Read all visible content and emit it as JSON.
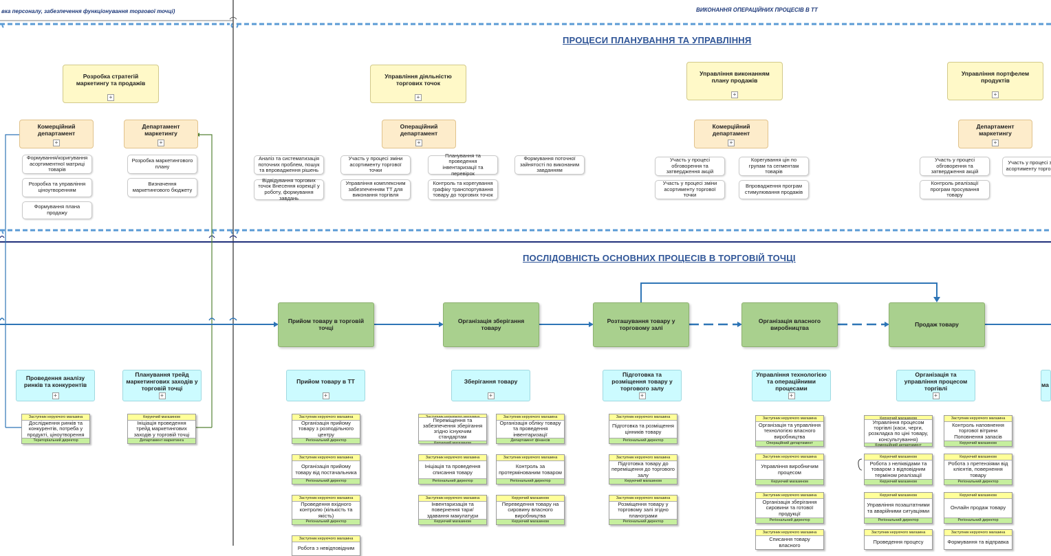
{
  "header": {
    "left_label": "вка персоналу, забезпечення функціонування торгової точці)",
    "right_label": "ВИКОНАННЯ ОПЕРАЦІЙНИХ ПРОЦЕСІВ В ТТ"
  },
  "sections": {
    "planning": "ПРОЦЕСИ ПЛАНУВАННЯ ТА УПРАВЛІННЯ",
    "main": "ПОСЛІДОВНІСТЬ ОСНОВНИХ ПРОЦЕСІВ В ТОРГОВІЙ ТОЧЦІ"
  },
  "planning_top": [
    "Розробка стратегій маркетингу та продажів",
    "Управління діяльністю торгових точок",
    "Управління виконанням плану продажів",
    "Управління портфелем продуктів"
  ],
  "departments": [
    "Комерційний департамент",
    "Департамент маркетингу",
    "Операційний департамент",
    "Комерційний департамент",
    "Департамент маркетингу"
  ],
  "tasks": [
    "Формування/коригування асортиментної матриці товарів",
    "Розробка та управління ціноутворенням",
    "Формування плана продажу",
    "Розробка маркетингового плану",
    "Визначення маркетингового бюджету",
    "Аналіз та систематизація поточних проблем, пошук та впровадження рішень",
    "Відвідування торгових точок Внесення корекції у роботу, формування завдань",
    "Участь у процесі зміни асортименту торгової точки",
    "Управління комплексним забезпеченням ТТ для виконання торгівля",
    "Планування та проведення інвентаризації та перевірок",
    "Контроль та корегування графіку транспортування товару до торгових точок",
    "Формування поточної зайнятості по виконаним завданням",
    "Участь у процесі обговорення та затвердження акцій",
    "Участь у процесі зміни асортименту торгової точки",
    "Корегування цін по групам та сегментам товарів",
    "Впровадження програм стимулювання продажів",
    "Участь у процесі обговорення та затвердження акцій",
    "Контроль реалізації програм просування товару",
    "Участь у процесі з асортименту торгов"
  ],
  "main_flow": [
    "Прийом товару в торговій точці",
    "Організація зберігання товару",
    "Розташування товару у торговому залі",
    "Організація власного виробництва",
    "Продаж товару"
  ],
  "sub_processes": [
    "Проведення аналізу ринків та конкурентів",
    "Планування трейд маркетингових заходів у торговій точці",
    "Прийом товару в ТТ",
    "Зберігання товару",
    "Підготовка та розміщення товару у торгового залу",
    "Управління технологією та операційними процесами",
    "Організація та управління процесом торгівлі",
    "ма"
  ],
  "cards": [
    {
      "top": "Заступник керуючого магазина",
      "mid": "Дослідження ринків та конкурентів, потреба у продукті, ціноутворення",
      "bot": "Територіальний директор"
    },
    {
      "top": "Керуючий магазином",
      "mid": "Ініціація проведення трейд маркетингових заходів у торговій точці",
      "bot": "Департамент маркетинга"
    },
    {
      "top": "Заступник керуючого магазина",
      "mid": "Організація прийому товару з розподільного центру",
      "bot": "Регіональний директор"
    },
    {
      "top": "Заступник керуючого магазина",
      "mid": "Організація прийому товару від постачальника",
      "bot": "Регіональний директор"
    },
    {
      "top": "Заступник керуючого магазина",
      "mid": "Проведення вхідного контролю (кількість та якість)",
      "bot": "Регіональний директор"
    },
    {
      "top": "Заступник керуючого магазина",
      "mid": "Робота з невідповідним",
      "bot": ""
    },
    {
      "top": "Заступник керуючого магазина",
      "mid": "Переміщення та забезпечення зберігання згідно існуючим стандартам",
      "bot": "Керуючий магазином"
    },
    {
      "top": "Заступник керуючого магазина",
      "mid": "Ініціація та проведення списання товару",
      "bot": "Регіональний директор"
    },
    {
      "top": "Заступник керуючого магазина",
      "mid": "Інвентаризація та повернення тари/ здавання макулатури",
      "bot": "Керуючий магазином"
    },
    {
      "top": "Заступник керуючого магазина",
      "mid": "Організація обліку товару та проведення інвентаризації",
      "bot": "Департамент фінансів"
    },
    {
      "top": "Заступник керуючого магазина",
      "mid": "Контроль за протермінованим товаром",
      "bot": "Регіональний директор"
    },
    {
      "top": "Керуючий магазином",
      "mid": "Переведення товару на сировину власного виробництва",
      "bot": "Керуючий магазином"
    },
    {
      "top": "Заступник керуючого магазина",
      "mid": "Підготовка та розміщення цінників товару",
      "bot": "Регіональний директор"
    },
    {
      "top": "Заступник керуючого магазина",
      "mid": "Підготовка товару до переміщення до торгового залу",
      "bot": "Керуючий магазином"
    },
    {
      "top": "Заступник керуючого магазина",
      "mid": "Розміщення товару у торговому залі згідно планограми",
      "bot": "Регіональний директор"
    },
    {
      "top": "Заступник керуючого магазина",
      "mid": "Організація та управління технологією власного виробництва",
      "bot": "Операційний департамент"
    },
    {
      "top": "Заступник керуючого магазина",
      "mid": "Управління виробничим процесом",
      "bot": "Керуючий магазином"
    },
    {
      "top": "Заступник керуючого магазина",
      "mid": "Організація зберігання сировини та готової продукції",
      "bot": "Регіональний директор"
    },
    {
      "top": "Заступник керуючого магазина",
      "mid": "Списання товару власного",
      "bot": ""
    },
    {
      "top": "Керуючий магазином",
      "mid": "Управління процесом торгівлі (каси, черги, розкладка по ціні товару, консультування)",
      "bot": "Комерційний департамент"
    },
    {
      "top": "Керуючий магазином",
      "mid": "Робота з неліквідами та товаром з відповідним терміном реалізації",
      "bot": "Керуючий магазином"
    },
    {
      "top": "Керуючий магазином",
      "mid": "Управління позаштатними та аварійними ситуаціями",
      "bot": "Регіональний директор"
    },
    {
      "top": "Заступник керуючого магазина",
      "mid": "Проведення процесу",
      "bot": ""
    },
    {
      "top": "Заступник керуючого магазина",
      "mid": "Контроль наповнення торгової вітрини Поповнення запасів",
      "bot": "Керуючий магазином"
    },
    {
      "top": "Керуючий магазином",
      "mid": "Робота з претензіями від клієнтів, повернення товару",
      "bot": "Регіональний директор"
    },
    {
      "top": "Керуючий магазином",
      "mid": "Онлайн продаж товару",
      "bot": "Регіональний директор"
    },
    {
      "top": "Заступник керуючого магазина",
      "mid": "Формування та відправка",
      "bot": ""
    }
  ],
  "colors": {
    "accent": "#2e75b6",
    "flow_line": "#2e75b6",
    "green_line": "#548235",
    "band_dash": "#5b9bd5",
    "dark_line": "#1f2f7a"
  }
}
